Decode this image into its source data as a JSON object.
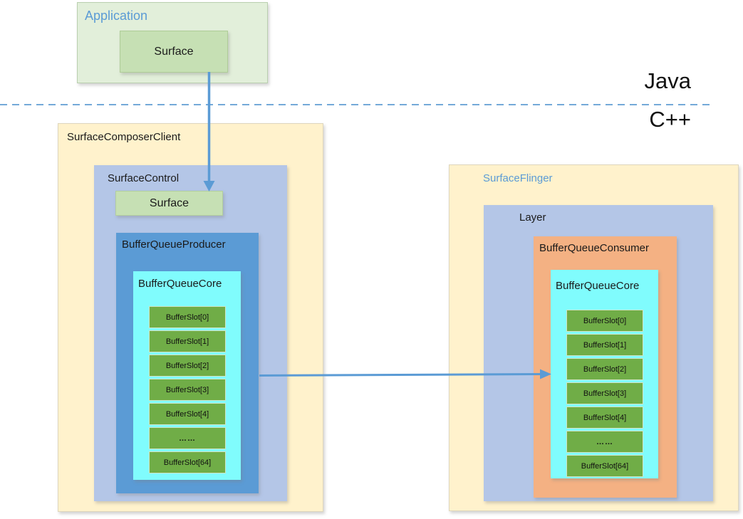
{
  "labels": {
    "java": "Java",
    "cpp": "C++"
  },
  "application": {
    "title": "Application",
    "surface": "Surface"
  },
  "client": {
    "title": "SurfaceComposerClient",
    "surface_control": {
      "title": "SurfaceControl",
      "surface": "Surface",
      "producer": {
        "title": "BufferQueueProducer",
        "core": {
          "title": "BufferQueueCore",
          "slots": [
            "BufferSlot[0]",
            "BufferSlot[1]",
            "BufferSlot[2]",
            "BufferSlot[3]",
            "BufferSlot[4]",
            "……",
            "BufferSlot[64]"
          ]
        }
      }
    }
  },
  "flinger": {
    "title": "SurfaceFlinger",
    "layer": {
      "title": "Layer",
      "consumer": {
        "title": "BufferQueueConsumer",
        "core": {
          "title": "BufferQueueCore",
          "slots": [
            "BufferSlot[0]",
            "BufferSlot[1]",
            "BufferSlot[2]",
            "BufferSlot[3]",
            "BufferSlot[4]",
            "……",
            "BufferSlot[64]"
          ]
        }
      }
    }
  },
  "colors": {
    "accent_blue": "#5b9bd5",
    "application_fill": "#e2efda",
    "surface_fill": "#c6e0b4",
    "client_fill": "#fff2cc",
    "control_fill": "#b4c6e7",
    "producer_fill": "#5b9bd5",
    "core_fill": "#80fcfd",
    "slot_fill": "#70ad47",
    "consumer_fill": "#f4b183",
    "divider": "#74a9d8"
  }
}
